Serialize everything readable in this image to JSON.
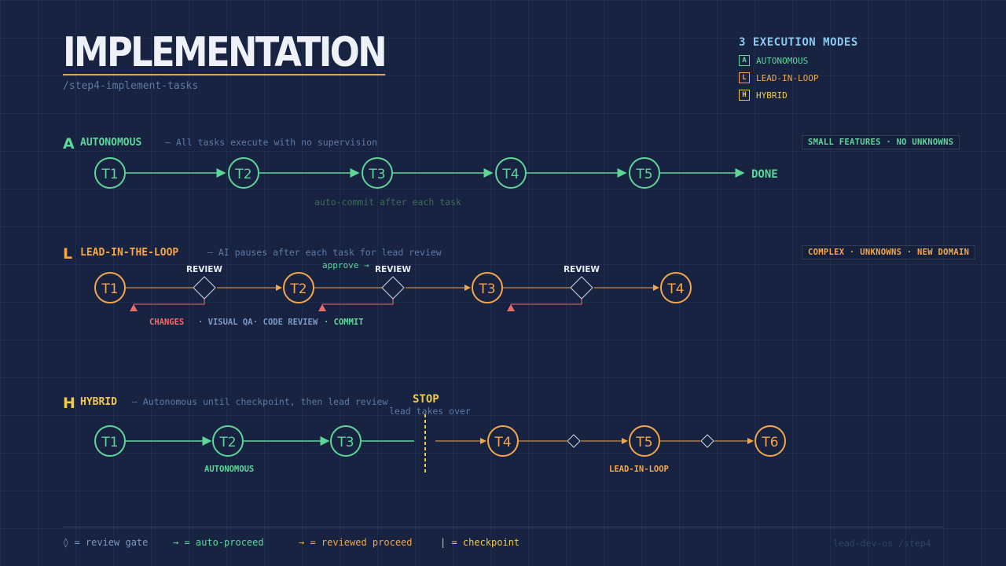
{
  "header": {
    "title": "IMPLEMENTATION",
    "subtitle": "/step4-implement-tasks"
  },
  "modes": {
    "title": "3 EXECUTION MODES",
    "items": [
      {
        "key": "A",
        "label": "AUTONOMOUS",
        "color": "#5ed69a"
      },
      {
        "key": "L",
        "label": "LEAD-IN-LOOP",
        "color": "#f5a64b"
      },
      {
        "key": "H",
        "label": "HYBRID",
        "color": "#f0c94a"
      }
    ]
  },
  "autonomous": {
    "letter": "A",
    "name": "AUTONOMOUS",
    "description": "— All tasks execute with no supervision",
    "tag": "SMALL FEATURES · NO UNKNOWNS",
    "tasks": [
      "T1",
      "T2",
      "T3",
      "T4",
      "T5"
    ],
    "end_label": "DONE",
    "note": "auto-commit after each task"
  },
  "lead": {
    "letter": "L",
    "name": "LEAD-IN-THE-LOOP",
    "description": "— AI pauses after each task for lead review",
    "tag": "COMPLEX · UNKNOWNS · NEW DOMAIN",
    "tasks": [
      "T1",
      "T2",
      "T3",
      "T4"
    ],
    "review_label": "REVIEW",
    "approve_label": "approve →",
    "changes_label": "CHANGES",
    "flow": [
      "· VISUAL QA",
      "· CODE REVIEW",
      "· COMMIT"
    ]
  },
  "hybrid": {
    "letter": "H",
    "name": "HYBRID",
    "description": "— Autonomous until checkpoint, then lead review",
    "tasks": [
      "T1",
      "T2",
      "T3",
      "T4",
      "T5",
      "T6"
    ],
    "stop_label": "STOP",
    "stop_note": "lead takes over",
    "phase_auto": "AUTONOMOUS",
    "phase_lead": "LEAD-IN-LOOP"
  },
  "legend": {
    "review_gate": "◊ = review gate",
    "auto": "→ = auto-proceed",
    "reviewed": "→ = reviewed proceed",
    "checkpoint": "| = checkpoint"
  },
  "footer": {
    "credit": "lead-dev-os /step4"
  },
  "colors": {
    "green": "#5ed69a",
    "orange": "#f5a64b",
    "yellow": "#f0c94a",
    "red": "#ef6b6b",
    "background": "#172340"
  }
}
